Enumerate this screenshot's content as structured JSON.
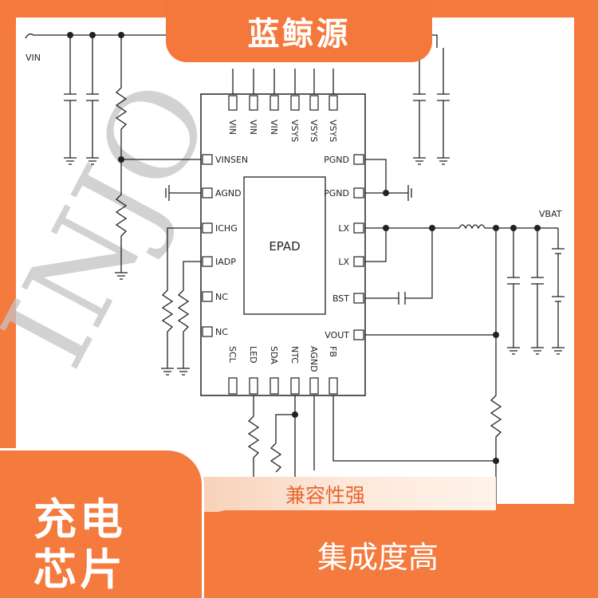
{
  "title": "蓝鲸源",
  "watermark": "INJO",
  "chip": {
    "center_label": "EPAD",
    "top_pins": [
      "VIN",
      "VIN",
      "VIN",
      "VSYS",
      "VSYS",
      "VSYS"
    ],
    "left_pins": [
      "VINSEN",
      "AGND",
      "ICHG",
      "IADP",
      "NC",
      "NC"
    ],
    "right_pins": [
      "PGND",
      "PGND",
      "LX",
      "LX",
      "BST",
      "VOUT"
    ],
    "bottom_pins": [
      "SCL",
      "LED",
      "SDA",
      "NTC",
      "AGND",
      "FB"
    ]
  },
  "net_labels": {
    "vin": "VIN",
    "vbat": "VBAT"
  },
  "tags": {
    "compat": "兼容性强",
    "integration": "集成度高",
    "charge_line1": "充电",
    "charge_line2": "芯片"
  },
  "colors": {
    "accent": "#f47a3e",
    "line": "#222222",
    "watermark": "#c4c4c4",
    "tag_text": "#e8672f"
  }
}
